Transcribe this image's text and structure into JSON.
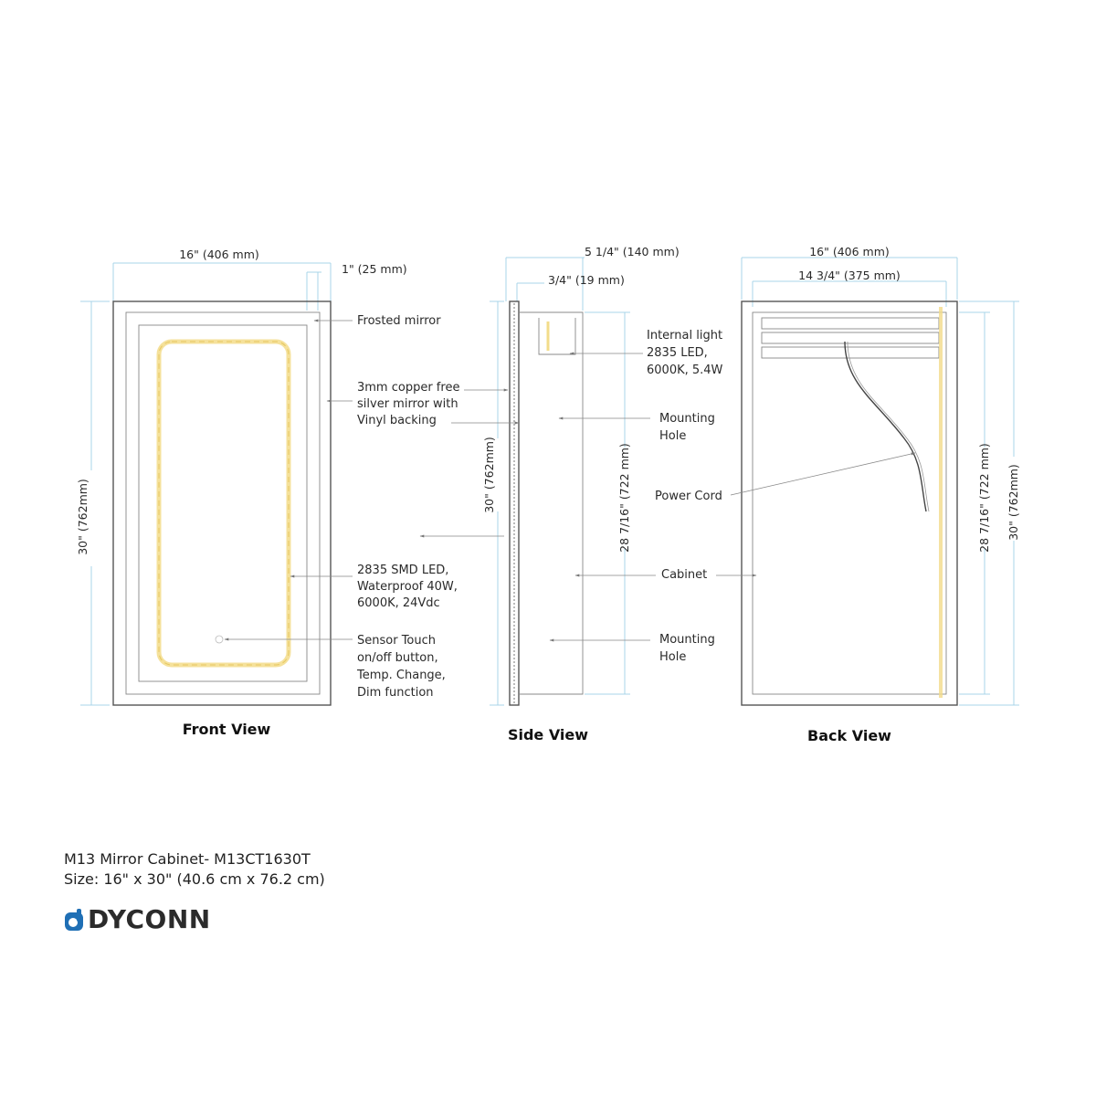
{
  "views": {
    "front": "Front View",
    "side": "Side View",
    "back": "Back View"
  },
  "dimensions": {
    "front_width": "16\" (406 mm)",
    "front_border": "1\" (25 mm)",
    "front_height": "30\" (762mm)",
    "side_depth": "5 1/4\" (140 mm)",
    "side_mirror": "3/4\" (19 mm)",
    "side_height": "30\" (762mm)",
    "side_inner_height": "28 7/16\" (722 mm)",
    "back_width": "16\" (406 mm)",
    "back_inner_width": "14 3/4\" (375 mm)",
    "back_inner_height": "28 7/16\" (722 mm)",
    "back_height": "30\" (762mm)"
  },
  "callouts": {
    "frosted": [
      "Frosted mirror"
    ],
    "copper": [
      "3mm copper free",
      "silver mirror with",
      "Vinyl backing"
    ],
    "smd": [
      "2835 SMD LED,",
      "Waterproof 40W,",
      "6000K, 24Vdc"
    ],
    "sensor": [
      "Sensor Touch",
      "on/off button,",
      "Temp. Change,",
      "Dim function"
    ],
    "internal": [
      "Internal light",
      "2835 LED,",
      "6000K, 5.4W"
    ],
    "mount1": [
      "Mounting",
      "Hole"
    ],
    "power": [
      "Power Cord"
    ],
    "cabinet": [
      "Cabinet"
    ],
    "mount2": [
      "Mounting",
      "Hole"
    ]
  },
  "footer": {
    "model": "M13 Mirror Cabinet- M13CT1630T",
    "size": "Size: 16\" x 30\" (40.6 cm x 76.2 cm)"
  },
  "brand": {
    "name": "DYCONN",
    "logo_color": "#1f6fb5"
  },
  "colors": {
    "dimension_line": "#a8d4e8",
    "led_glow": "#f3dc8a"
  }
}
